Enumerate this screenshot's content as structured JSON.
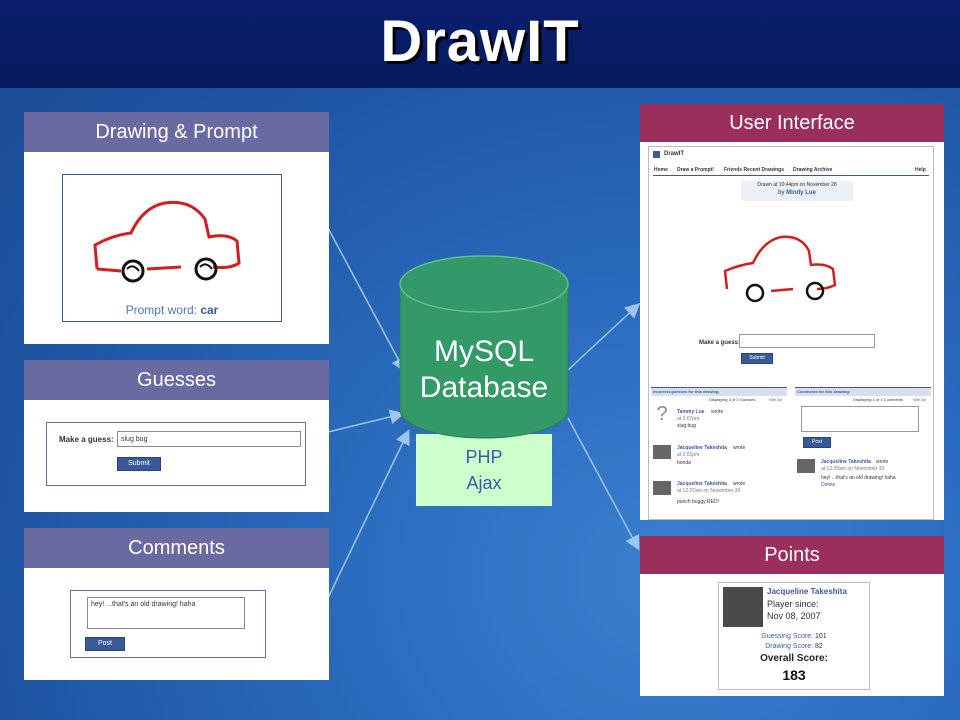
{
  "title": "DrawIT",
  "drawing_panel": {
    "header": "Drawing & Prompt",
    "prompt_label": "Prompt word:",
    "prompt_word": "car"
  },
  "guesses_panel": {
    "header": "Guesses",
    "label": "Make a guess:",
    "input_value": "slug bug",
    "submit_label": "Submit"
  },
  "comments_panel": {
    "header": "Comments",
    "comment_value": "hey! ...that's an old drawing! haha",
    "post_label": "Post"
  },
  "database": {
    "line1": "MySQL",
    "line2": "Database",
    "tech1": "PHP",
    "tech2": "Ajax"
  },
  "ui_panel": {
    "header": "User Interface",
    "app_name": "DrawIT",
    "tabs": [
      "Home",
      "Draw a Prompt!",
      "Friends Recent Drawings",
      "Drawing Archive"
    ],
    "help": "Help",
    "drawn_at": "Drawn at 10:44pm on November 28",
    "by_label": "by",
    "author": "Mindy Lue",
    "guess_label": "Make a guess:",
    "submit_label": "Submit",
    "incorrect_header": "Incorrect guesses for this drawing:",
    "incorrect_count": "Displaying 3 of 3 Guesses",
    "see_all": "See All",
    "comments_header": "Comments for this drawing:",
    "comments_count": "Displaying 1 of 1 Comments",
    "post_label": "Post",
    "question_mark": "?",
    "guesses": [
      {
        "name": "Tammy Lue",
        "wrote": "wrote",
        "time": "at 3:07pm",
        "text": "slug bug"
      },
      {
        "name": "Jacqueline Takeshita",
        "wrote": "wrote",
        "time": "at 2:01pm",
        "text": "honda"
      },
      {
        "name": "Jacqueline Takeshita",
        "wrote": "wrote",
        "time": "at 12:27am on November 30",
        "text": "punch buggy RED!"
      }
    ],
    "comment": {
      "name": "Jacqueline Takeshita",
      "wrote": "wrote",
      "time": "at 12:28am on November 30",
      "text": "hey! ...that's an old drawing! haha",
      "delete": "Delete"
    }
  },
  "points_panel": {
    "header": "Points",
    "name": "Jacqueline Takeshita",
    "player_since_label": "Player since:",
    "player_since": "Nov 08, 2007",
    "guessing_label": "Guessing Score:",
    "guessing_score": "101",
    "drawing_label": "Drawing Score:",
    "drawing_score": "82",
    "overall_label": "Overall Score:",
    "overall_score": "183"
  }
}
